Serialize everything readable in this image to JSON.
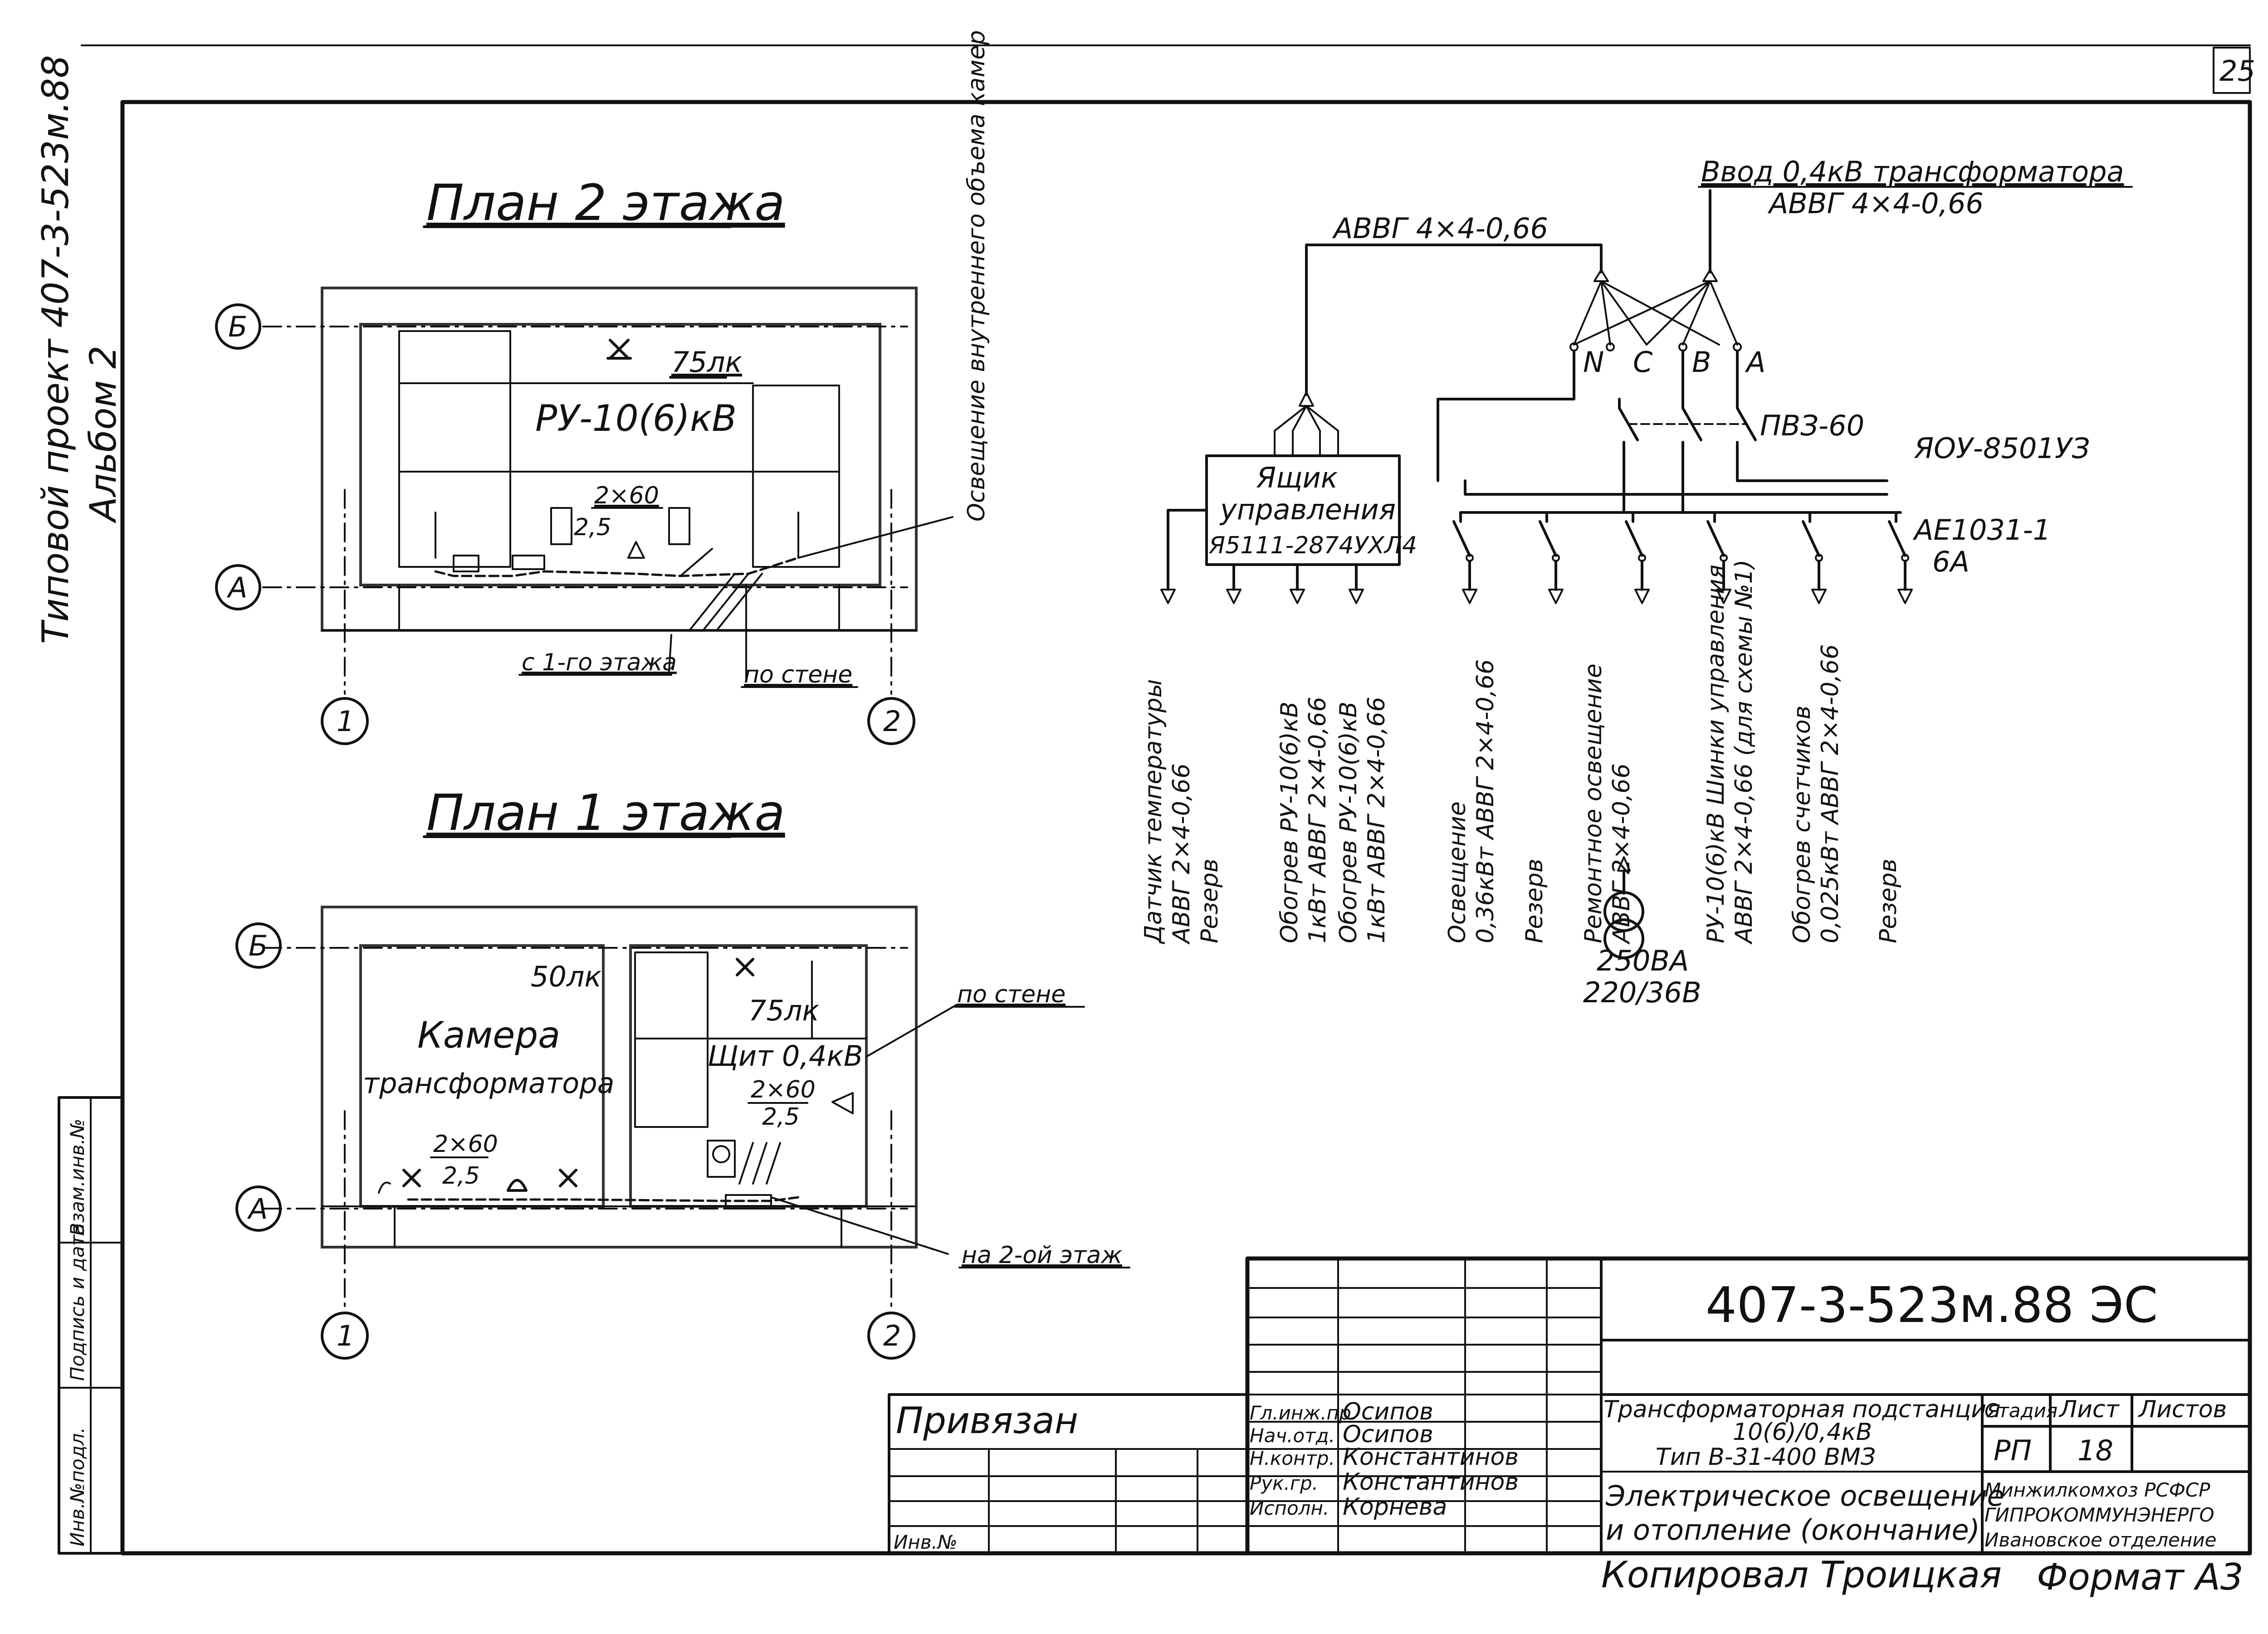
{
  "page_number": "25",
  "side_title": {
    "line1": "Типовой проект 407-3-523м.88",
    "line2": "Альбом 2"
  },
  "side_stamp": [
    "Инв.№подл.",
    "Подпись и дата",
    "Взам.инв.№"
  ],
  "plan2": {
    "title": "План 2 этажа",
    "axis_b": "Б",
    "axis_a": "А",
    "axis_1": "1",
    "axis_2": "2",
    "room_label": "РУ-10(6)кВ",
    "lux": "75лк",
    "lamp_power": "2×60",
    "lamp_height": "2,5",
    "note_from_floor1": "с 1-го этажа",
    "note_on_wall": "по стене",
    "note_lighting": "Освещение внутреннего объема камер"
  },
  "plan1": {
    "title": "План 1 этажа",
    "axis_b": "Б",
    "axis_a": "А",
    "axis_1": "1",
    "axis_2": "2",
    "chamber_lux": "50лк",
    "chamber_label_1": "Камера",
    "chamber_label_2": "трансформатора",
    "chamber_lamp_power": "2×60",
    "chamber_lamp_height": "2,5",
    "panel_lux": "75лк",
    "panel_label": "Щит 0,4кВ",
    "panel_lamp_power": "2×60",
    "panel_lamp_height": "2,5",
    "note_on_wall": "по стене",
    "note_to_floor2": "на 2-ой этаж"
  },
  "schematic": {
    "input_label": "Ввод 0,4кВ трансформатора",
    "input_cable": "АВВГ 4×4-0,66",
    "left_cable": "АВВГ 4×4-0,66",
    "phase_labels": [
      "N",
      "С",
      "В",
      "А"
    ],
    "switch_label": "ПВЗ-60",
    "panel_type": "ЯОУ-8501УЗ",
    "breaker_type": "АЕ1031-1",
    "breaker_current": "6А",
    "control_box_1": "Ящик",
    "control_box_2": "управления",
    "control_box_3": "Я5111-2874УХЛ4",
    "transformer_rating": "250ВА",
    "transformer_voltage": "220/36В",
    "feeders": [
      {
        "line1": "Датчик температуры",
        "line2": "АВВГ 2×4-0,66",
        "line3": "Резерв"
      },
      {
        "line1": "Обогрев РУ-10(6)кВ",
        "line2": "1кВт АВВГ 2×4-0,66"
      },
      {
        "line1": "Обогрев РУ-10(6)кВ",
        "line2": "1кВт АВВГ 2×4-0,66"
      },
      {
        "line1": "Освещение",
        "line2": "0,36кВт АВВГ 2×4-0,66"
      },
      {
        "line1": "Резерв"
      },
      {
        "line1": "Ремонтное освещение",
        "line2": "АВВГ 2×4-0,66"
      },
      {
        "line1": "РУ-10(6)кВ Шинки управления",
        "line2": "АВВГ 2×4-0,66 (для схемы №1)"
      },
      {
        "line1": "Обогрев счетчиков",
        "line2": "0,025кВт АВВГ 2×4-0,66"
      },
      {
        "line1": "Резерв"
      }
    ]
  },
  "title_block": {
    "code": "407-3-523м.88 ЭС",
    "bound_label": "Привязан",
    "inv_label": "Инв.№",
    "roles": [
      "Гл.инж.пр.",
      "Нач.отд.",
      "Н.контр.",
      "Рук.гр.",
      "Исполн."
    ],
    "names": [
      "Осипов",
      "Осипов",
      "Константинов",
      "Константинов",
      "Корнева"
    ],
    "project_line1": "Трансформаторная подстанция",
    "project_line2": "10(6)/0,4кВ",
    "project_line3": "Тип В-31-400 ВМЗ",
    "sheet_title_1": "Электрическое освещение",
    "sheet_title_2": "и отопление (окончание)",
    "stage_label": "Стадия",
    "sheet_label": "Лист",
    "sheets_label": "Листов",
    "stage_value": "РП",
    "sheet_value": "18",
    "org_1": "Минжилкомхоз РСФСР",
    "org_2": "ГИПРОКОММУНЭНЕРГО",
    "org_3": "Ивановское отделение"
  },
  "footer": {
    "copied": "Копировал Троицкая",
    "format": "Формат А3"
  }
}
